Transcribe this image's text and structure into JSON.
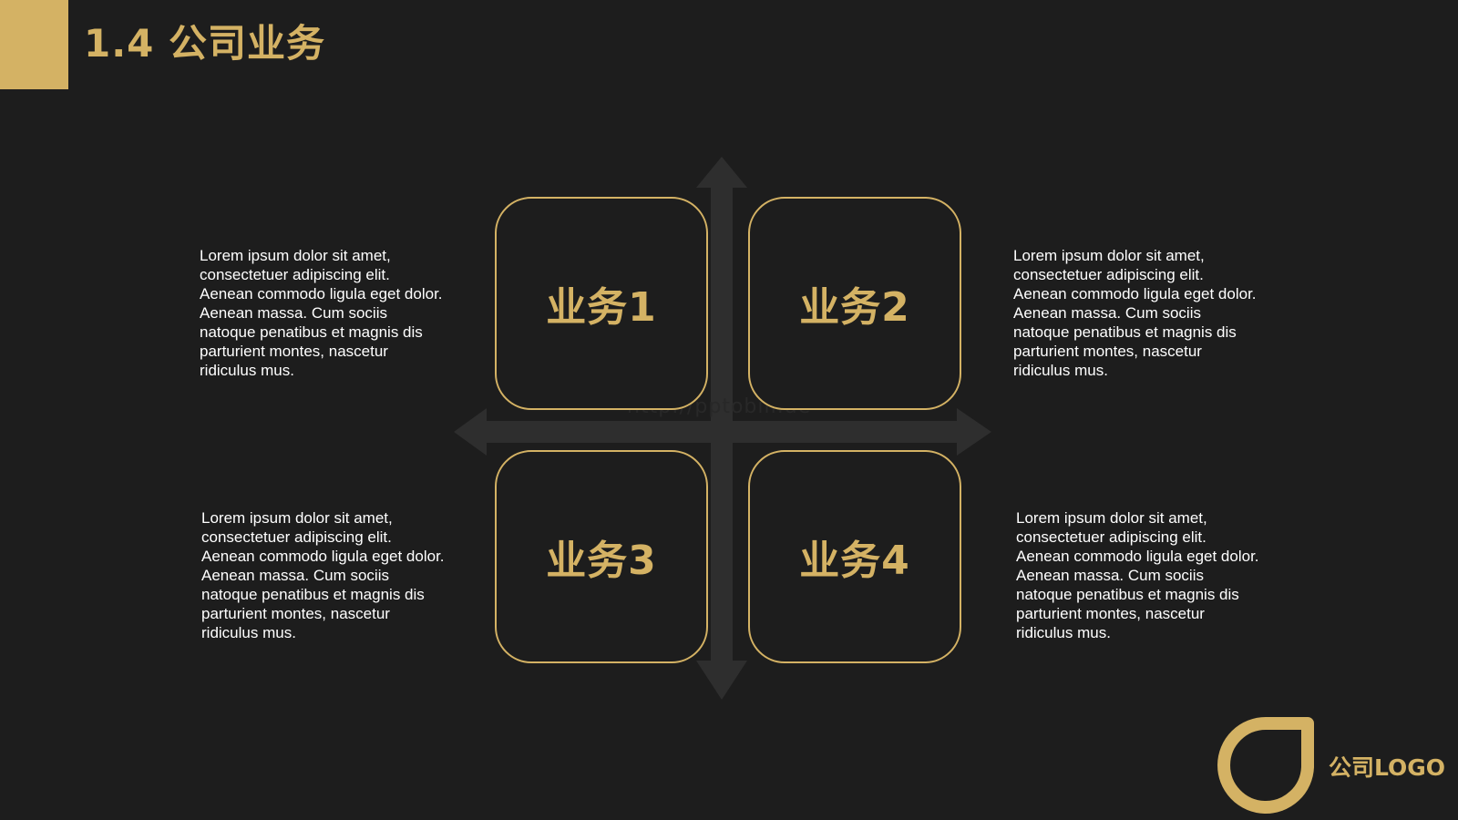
{
  "colors": {
    "background": "#1d1d1d",
    "accent": "#d4b264",
    "axis": "#2e2e2e",
    "body_text": "#ffffff"
  },
  "header": {
    "title": "1.4 公司业务"
  },
  "watermark": "http://pptobill.de",
  "cards": [
    {
      "label": "业务1"
    },
    {
      "label": "业务2"
    },
    {
      "label": "业务3"
    },
    {
      "label": "业务4"
    }
  ],
  "descriptions": [
    {
      "lines": [
        "Lorem ipsum dolor sit amet,",
        "consectetuer adipiscing elit.",
        "Aenean commodo ligula eget dolor.",
        "Aenean massa. Cum sociis",
        "natoque penatibus et magnis dis",
        "parturient montes, nascetur",
        "ridiculus mus."
      ]
    },
    {
      "lines": [
        "Lorem ipsum dolor sit amet,",
        "consectetuer adipiscing elit.",
        "Aenean commodo ligula eget dolor.",
        "Aenean massa. Cum sociis",
        "natoque penatibus et magnis dis",
        "parturient montes, nascetur",
        "ridiculus mus."
      ]
    },
    {
      "lines": [
        "Lorem ipsum dolor sit amet,",
        "consectetuer adipiscing elit.",
        "Aenean commodo ligula eget dolor.",
        "Aenean massa. Cum sociis",
        "natoque penatibus et magnis dis",
        "parturient montes, nascetur",
        "ridiculus mus."
      ]
    },
    {
      "lines": [
        "Lorem ipsum dolor sit amet,",
        "consectetuer adipiscing elit.",
        "Aenean commodo ligula eget dolor.",
        "Aenean massa. Cum sociis",
        "natoque penatibus et magnis dis",
        "parturient montes, nascetur",
        "ridiculus mus."
      ]
    }
  ],
  "logo": {
    "icon": "logo-drop-icon",
    "text": "公司LOGO"
  }
}
